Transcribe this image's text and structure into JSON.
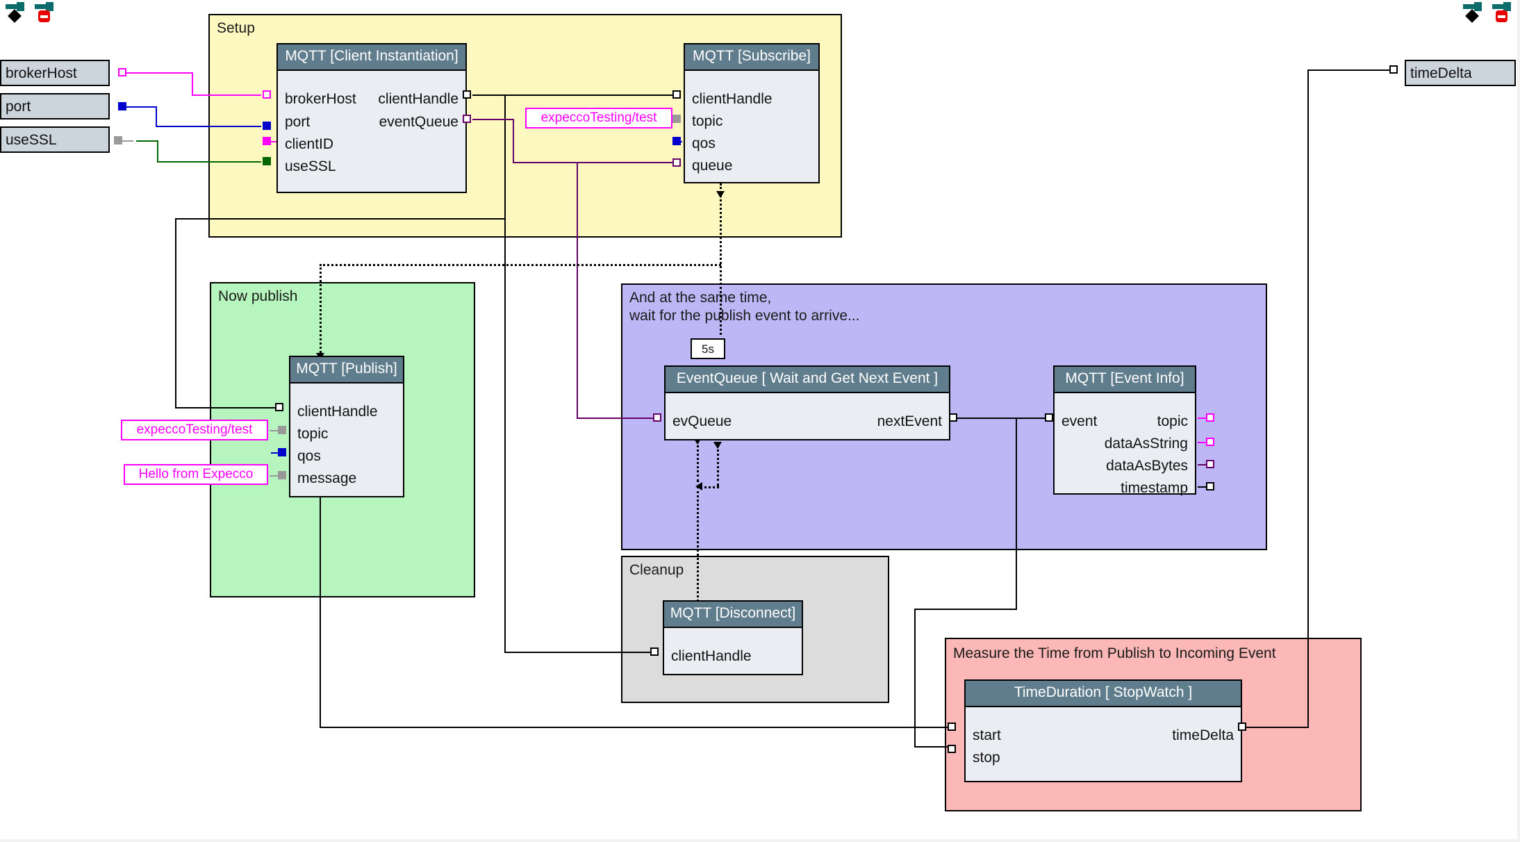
{
  "toolbar": {
    "left_icons": [
      {
        "name": "move-tool-icon",
        "label": "move"
      },
      {
        "name": "stop-tool-icon",
        "label": "stop"
      }
    ],
    "right_icons": [
      {
        "name": "move-tool-icon",
        "label": "move"
      },
      {
        "name": "stop-tool-icon",
        "label": "stop"
      }
    ]
  },
  "variables": {
    "brokerHost": "brokerHost",
    "port": "port",
    "useSSL": "useSSL",
    "timeDelta": "timeDelta"
  },
  "literals": {
    "subscribe_topic": "expeccoTesting/test",
    "publish_topic": "expeccoTesting/test",
    "publish_message": "Hello from Expecco"
  },
  "notes": {
    "wait_timeout": "5s"
  },
  "groups": [
    {
      "id": "setup",
      "title": "Setup"
    },
    {
      "id": "publish",
      "title": "Now publish"
    },
    {
      "id": "wait",
      "title": "And at the same time,\nwait for the publish event to arrive..."
    },
    {
      "id": "cleanup",
      "title": "Cleanup"
    },
    {
      "id": "measure",
      "title": "Measure the Time from Publish to Incoming Event"
    }
  ],
  "blocks": {
    "client_instantiation": {
      "title": "MQTT [Client Instantiation]",
      "inputs": [
        "brokerHost",
        "port",
        "clientID",
        "useSSL"
      ],
      "outputs": [
        "clientHandle",
        "eventQueue"
      ]
    },
    "subscribe": {
      "title": "MQTT [Subscribe]",
      "inputs": [
        "clientHandle",
        "topic",
        "qos",
        "queue"
      ],
      "outputs": []
    },
    "publish": {
      "title": "MQTT [Publish]",
      "inputs": [
        "clientHandle",
        "topic",
        "qos",
        "message"
      ],
      "outputs": []
    },
    "event_queue_wait": {
      "title": "EventQueue [ Wait and Get Next Event ]",
      "inputs": [
        "evQueue"
      ],
      "outputs": [
        "nextEvent"
      ]
    },
    "event_info": {
      "title": "MQTT [Event Info]",
      "inputs": [
        "event"
      ],
      "outputs": [
        "topic",
        "dataAsString",
        "dataAsBytes",
        "timestamp"
      ]
    },
    "disconnect": {
      "title": "MQTT [Disconnect]",
      "inputs": [
        "clientHandle"
      ],
      "outputs": []
    },
    "stopwatch": {
      "title": "TimeDuration [ StopWatch ]",
      "inputs": [
        "start",
        "stop"
      ],
      "outputs": [
        "timeDelta"
      ]
    }
  },
  "colors": {
    "setup_bg": "#fcf8c0",
    "publish_bg": "#b6f5bd",
    "wait_bg": "#bdb7f5",
    "cleanup_bg": "#dcdcdc",
    "measure_bg": "#fcb7b7",
    "block_header": "#5f7d8c",
    "block_body": "#eaeef2",
    "variable_bg": "#ccd4dc",
    "literal_fg": "#ff00ff",
    "wire_default": "#000000",
    "wire_magenta": "#ff00ff",
    "wire_blue": "#0000cc",
    "wire_green": "#006600",
    "wire_purple": "#66006b",
    "wire_gray": "#999999"
  }
}
